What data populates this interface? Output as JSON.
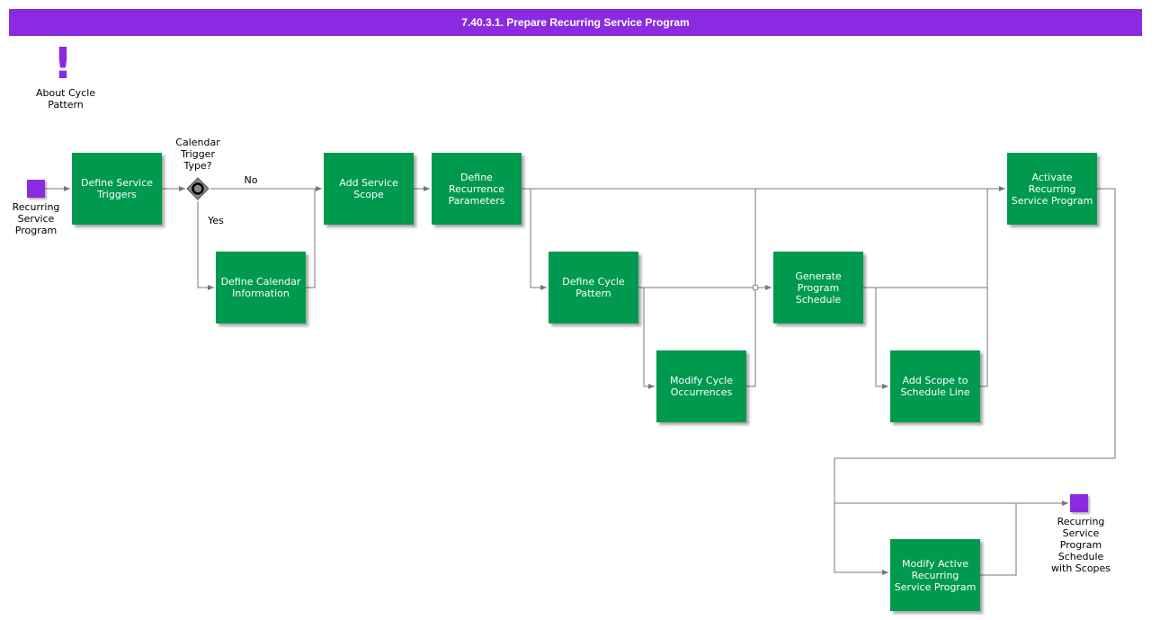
{
  "title": "7.40.3.1. Prepare Recurring Service Program",
  "annotation": {
    "icon": "exclamation-icon",
    "label": "About Cycle Pattern"
  },
  "events": {
    "start": "Recurring Service Program",
    "end": "Recurring Service Program Schedule with Scopes"
  },
  "gateway": {
    "label": "Calendar Trigger Type?",
    "no_label": "No",
    "yes_label": "Yes"
  },
  "tasks": {
    "define_service_triggers": "Define Service Triggers",
    "define_calendar_information": "Define Calendar Information",
    "add_service_scope": "Add Service Scope",
    "define_recurrence_parameters": "Define Recurrence Parameters",
    "define_cycle_pattern": "Define Cycle Pattern",
    "modify_cycle_occurrences": "Modify Cycle Occurrences",
    "generate_program_schedule": "Generate Program Schedule",
    "add_scope_to_schedule_line": "Add Scope to Schedule Line",
    "activate_recurring_service_program": "Activate Recurring Service Program",
    "modify_active_recurring_service_program": "Modify Active Recurring Service Program"
  },
  "colors": {
    "header": "#8a2be2",
    "task": "#009a4e",
    "event": "#8a2be2",
    "flow": "#777777"
  }
}
